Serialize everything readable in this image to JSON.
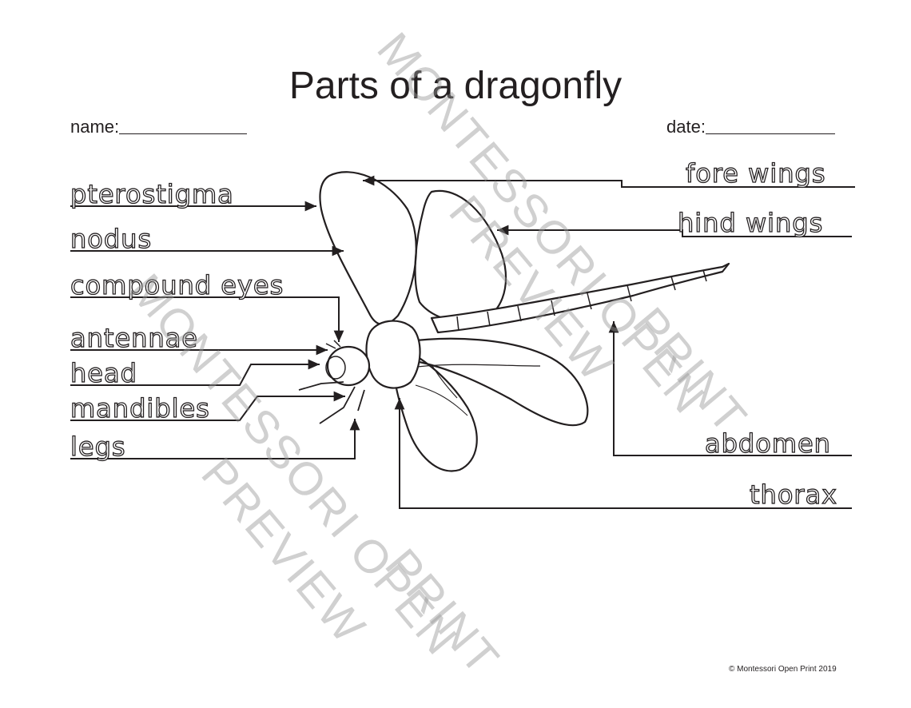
{
  "title": "Parts of a dragonfly",
  "fields": {
    "name": "name:",
    "date": "date:"
  },
  "labels": {
    "pterostigma": "pterostigma",
    "nodus": "nodus",
    "compound_eyes": "compound eyes",
    "antennae": "antennae",
    "head": "head",
    "mandibles": "mandibles",
    "legs": "legs",
    "fore_wings": "fore wings",
    "hind_wings": "hind wings",
    "abdomen": "abdomen",
    "thorax": "thorax"
  },
  "watermark": {
    "line1": "MONTESSORI OPEN",
    "line2": "PREVIEW",
    "line3": "PRINT"
  },
  "copyright": "© Montessori Open Print 2019",
  "colors": {
    "ink": "#231f20",
    "watermark": "#969696"
  }
}
